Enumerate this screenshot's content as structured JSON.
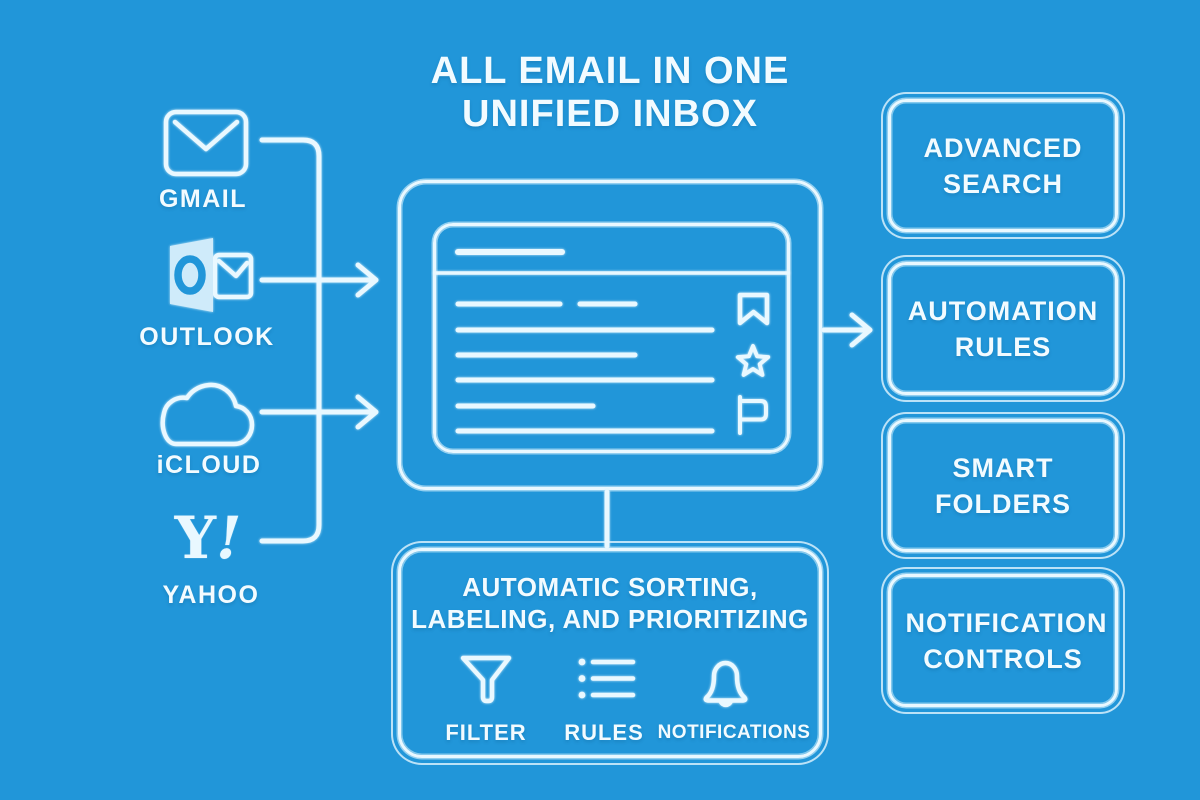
{
  "palette": {
    "background": "#2196d9",
    "line_halo": "#a6d9f3",
    "line_core": "#e9f8ff",
    "text": "#f2fbff"
  },
  "title": {
    "line1": "ALL EMAIL IN ONE",
    "line2": "UNIFIED INBOX"
  },
  "providers": [
    {
      "label": "GMAIL",
      "icon": "envelope-icon"
    },
    {
      "label": "OUTLOOK",
      "icon": "outlook-icon"
    },
    {
      "label": "iCLOUD",
      "icon": "cloud-icon"
    },
    {
      "label": "YAHOO",
      "icon": "yahoo-logo-icon",
      "logo_y": "Y",
      "logo_exclaim": "!"
    }
  ],
  "inbox_window": {
    "row_icons": [
      "bookmark-icon",
      "star-icon",
      "flag-icon"
    ],
    "email_rows": 6
  },
  "features": [
    {
      "label": "ADVANCED SEARCH"
    },
    {
      "label": "AUTOMATION RULES"
    },
    {
      "label": "SMART FOLDERS"
    },
    {
      "label": "NOTIFICATION CONTROLS"
    }
  ],
  "automation_panel": {
    "title_line1": "AUTOMATIC SORTING,",
    "title_line2": "LABELING, AND PRIORITIZING",
    "items": [
      {
        "label": "FILTER",
        "icon": "funnel-icon"
      },
      {
        "label": "RULES",
        "icon": "list-rules-icon"
      },
      {
        "label": "NOTIFICATIONS",
        "icon": "bell-icon"
      }
    ]
  }
}
